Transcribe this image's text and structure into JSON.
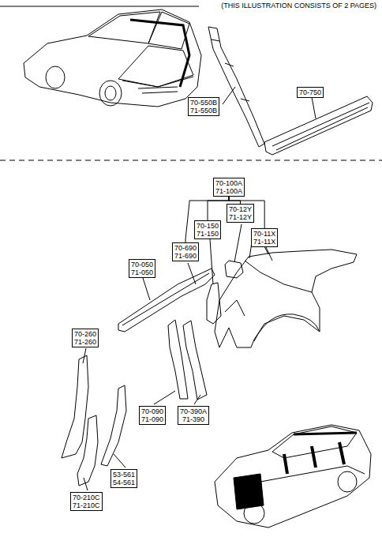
{
  "diagram": {
    "nodes": [
      {
        "text": [
          "70-550B",
          "71-550B"
        ]
      },
      {
        "text": [
          "70-750"
        ]
      },
      {
        "text": [
          "70-100A",
          "71-100A"
        ]
      },
      {
        "text": [
          "70-12Y",
          "71-12Y"
        ]
      },
      {
        "text": [
          "70-150",
          "71-150"
        ]
      },
      {
        "text": [
          "70-11X",
          "71-11X"
        ]
      },
      {
        "text": [
          "70-690",
          "71-690"
        ]
      },
      {
        "text": [
          "70-050",
          "71-050"
        ]
      },
      {
        "text": [
          "70-260",
          "71-260"
        ]
      },
      {
        "text": [
          "70-090",
          "71-090"
        ]
      },
      {
        "text": [
          "70-390A",
          "71-390"
        ]
      },
      {
        "text": [
          "53-561",
          "54-561"
        ]
      },
      {
        "text": [
          "70-210C",
          "71-210C"
        ]
      }
    ],
    "edges": [
      {
        "from": 2,
        "to": 6,
        "arrow": "none"
      },
      {
        "from": 2,
        "to": 4,
        "arrow": "none"
      },
      {
        "from": 2,
        "to": 3,
        "arrow": "none"
      },
      {
        "from": 2,
        "to": 5,
        "arrow": "none"
      }
    ],
    "labels": [
      "(THIS ILLUSTRATION CONSISTS OF  2 PAGES)"
    ]
  }
}
